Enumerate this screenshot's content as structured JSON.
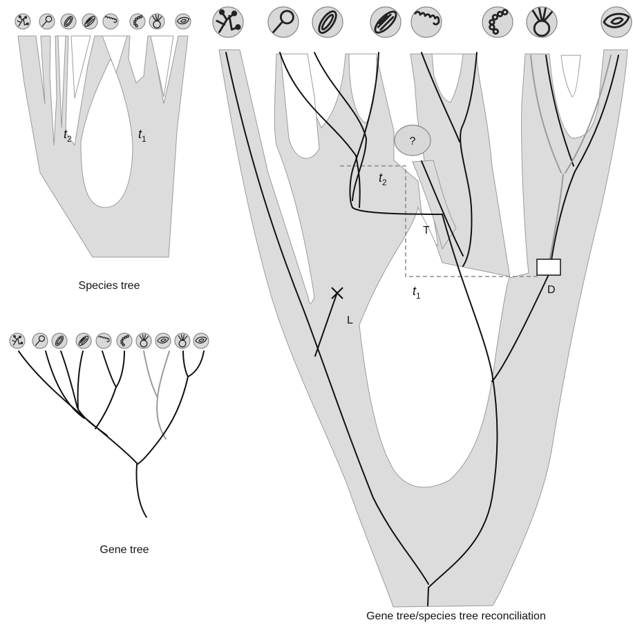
{
  "captions": {
    "species_tree": "Species tree",
    "gene_tree": "Gene tree",
    "reconciliation": "Gene tree/species tree reconciliation"
  },
  "labels": {
    "t2_species": {
      "base": "t",
      "sub": "2"
    },
    "t1_species": {
      "base": "t",
      "sub": "1"
    },
    "t2_recon": {
      "base": "t",
      "sub": "2"
    },
    "t1_recon": {
      "base": "t",
      "sub": "1"
    },
    "transfer": "T",
    "loss": "L",
    "duplication": "D",
    "unknown_lineage": "?"
  },
  "taxa_icons": [
    "branched-filaments-icon",
    "spore-stalk-icon",
    "oval-cell-icon",
    "striped-oval-cell-icon",
    "spiral-chain-icon",
    "bead-chain-icon",
    "flagellated-cell-icon",
    "leaf-cell-icon"
  ],
  "colors": {
    "tree_fill": "#dcdcdc",
    "gene_line": "#111111",
    "gene_line_grey": "#9a9a9a",
    "badge_fill": "#d8d8d8"
  }
}
